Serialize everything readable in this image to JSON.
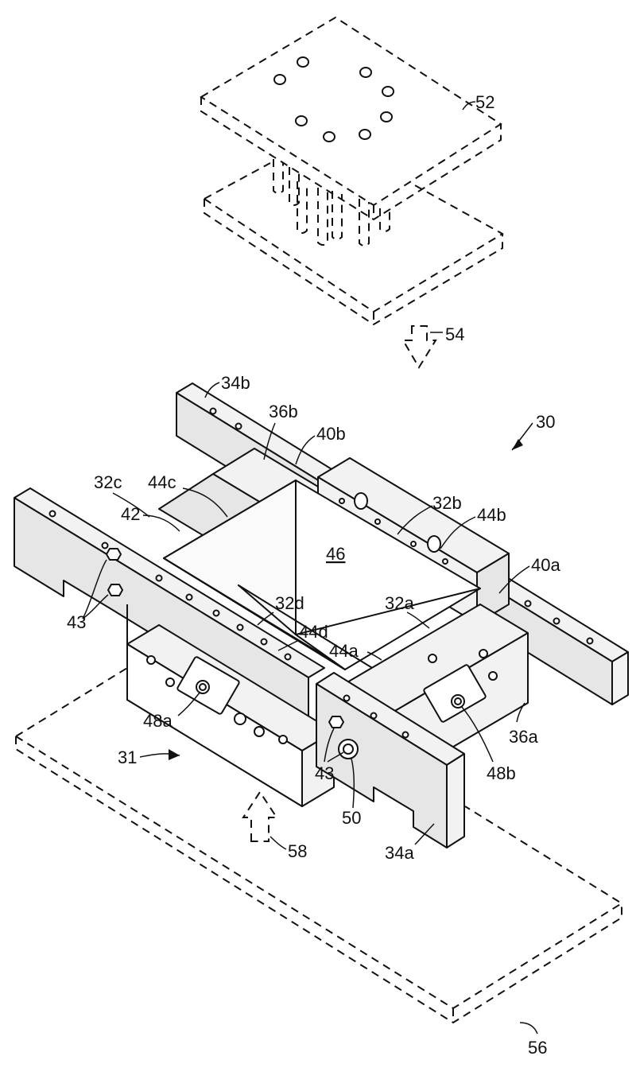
{
  "figure": {
    "labels": {
      "l52": "52",
      "l54": "54",
      "l30": "30",
      "l34b": "34b",
      "l36b": "36b",
      "l40b": "40b",
      "l32c": "32c",
      "l44c": "44c",
      "l42": "42",
      "l32b": "32b",
      "l44b": "44b",
      "l46": "46",
      "l40a": "40a",
      "l43_top": "43",
      "l32d": "32d",
      "l32a": "32a",
      "l44d": "44d",
      "l44a": "44a",
      "l48a": "48a",
      "l31": "31",
      "l36a": "36a",
      "l43_bottom": "43",
      "l48b": "48b",
      "l50": "50",
      "l58": "58",
      "l34a": "34a",
      "l56": "56"
    }
  }
}
